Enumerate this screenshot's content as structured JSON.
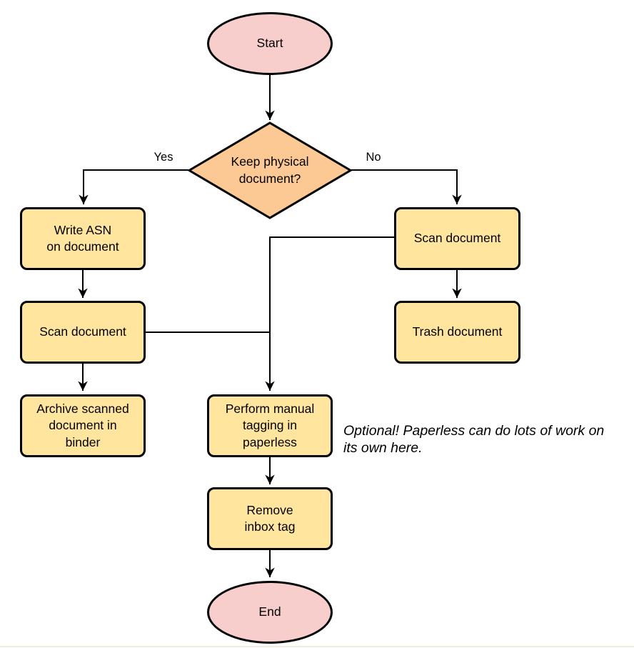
{
  "diagram": {
    "type": "flowchart",
    "nodes": {
      "start": {
        "label": "Start",
        "shape": "ellipse"
      },
      "decision": {
        "label": "Keep physical\ndocument?",
        "shape": "diamond"
      },
      "write_asn": {
        "label": "Write ASN\non document",
        "shape": "rounded-rect"
      },
      "scan_left": {
        "label": "Scan document",
        "shape": "rounded-rect"
      },
      "archive": {
        "label": "Archive scanned\ndocument in\nbinder",
        "shape": "rounded-rect"
      },
      "scan_right": {
        "label": "Scan document",
        "shape": "rounded-rect"
      },
      "trash": {
        "label": "Trash document",
        "shape": "rounded-rect"
      },
      "tagging": {
        "label": "Perform manual\ntagging in\npaperless",
        "shape": "rounded-rect"
      },
      "remove_inbox": {
        "label": "Remove\ninbox tag",
        "shape": "rounded-rect"
      },
      "end": {
        "label": "End",
        "shape": "ellipse"
      }
    },
    "edge_labels": {
      "yes": "Yes",
      "no": "No"
    },
    "annotation": "Optional! Paperless can do lots of work on\nits own here.",
    "colors": {
      "terminal-fill": "#F8CECC",
      "decision-fill": "#FCC995",
      "process-fill": "#FFE59D",
      "stroke": "#000000"
    }
  }
}
